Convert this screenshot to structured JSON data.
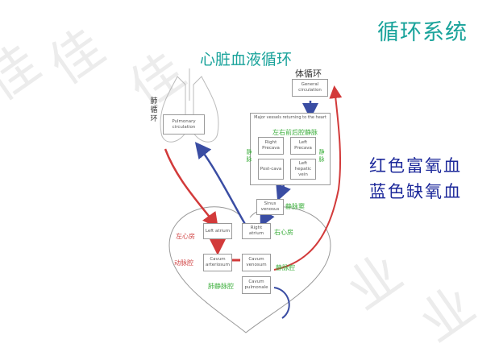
{
  "title": "循环系统",
  "subtitle": "心脏血液循环",
  "legend": {
    "oxygen_rich": "红色富氧血",
    "oxygen_poor": "蓝色缺氧血"
  },
  "colors": {
    "title": "#1aa39b",
    "legend": "#1e2a9b",
    "arterial": "#d23a3a",
    "venous": "#3a4da3",
    "label_green": "#3fb03f",
    "label_red": "#d24a4a"
  },
  "diagram": {
    "systemic_label": "体循环",
    "pulmonary_label": "肺循环",
    "boxes": {
      "general": "General circulation",
      "major_vessels": "Major vessels returning to the heart",
      "right_precava": "Right Precava",
      "left_precava": "Left Precava",
      "postcava": "Post-cava",
      "hepatic_vein": "Left hepatic vein",
      "pulmonary": "Pulmonary circulation",
      "sinus": "Sinus venosus",
      "left_atrium": "Left atrium",
      "right_atrium": "Right atrium",
      "cavum_arteriosum": "Cavum arteriosum",
      "cavum_venosum": "Cavum venosum",
      "cavum_pulmonale": "Cavum pulmonale"
    },
    "labels": {
      "vena_cava_group": "左右前后腔静脉",
      "vena_left": "静脉",
      "vena_right": "静脉",
      "sinus": "静脉窦",
      "left_atrium": "左心房",
      "right_atrium": "右心房",
      "arterial_cavity": "动脉腔",
      "venous_cavity": "静脉腔",
      "pulmonary_cavity": "肺静脉腔"
    }
  }
}
